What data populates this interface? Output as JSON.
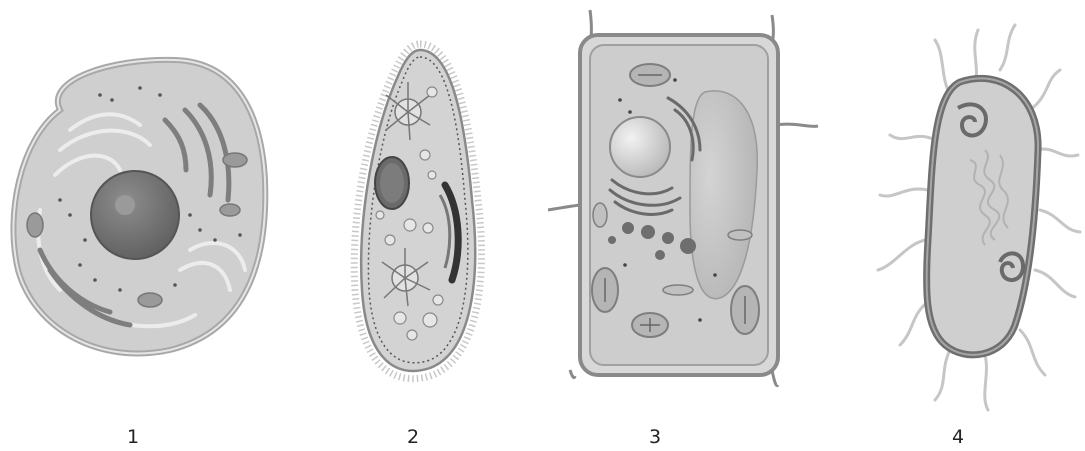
{
  "figure": {
    "cells": [
      {
        "label": "1",
        "icon": "animal-cell-icon"
      },
      {
        "label": "2",
        "icon": "paramecium-cell-icon"
      },
      {
        "label": "3",
        "icon": "plant-cell-icon"
      },
      {
        "label": "4",
        "icon": "bacterium-cell-icon"
      }
    ]
  }
}
